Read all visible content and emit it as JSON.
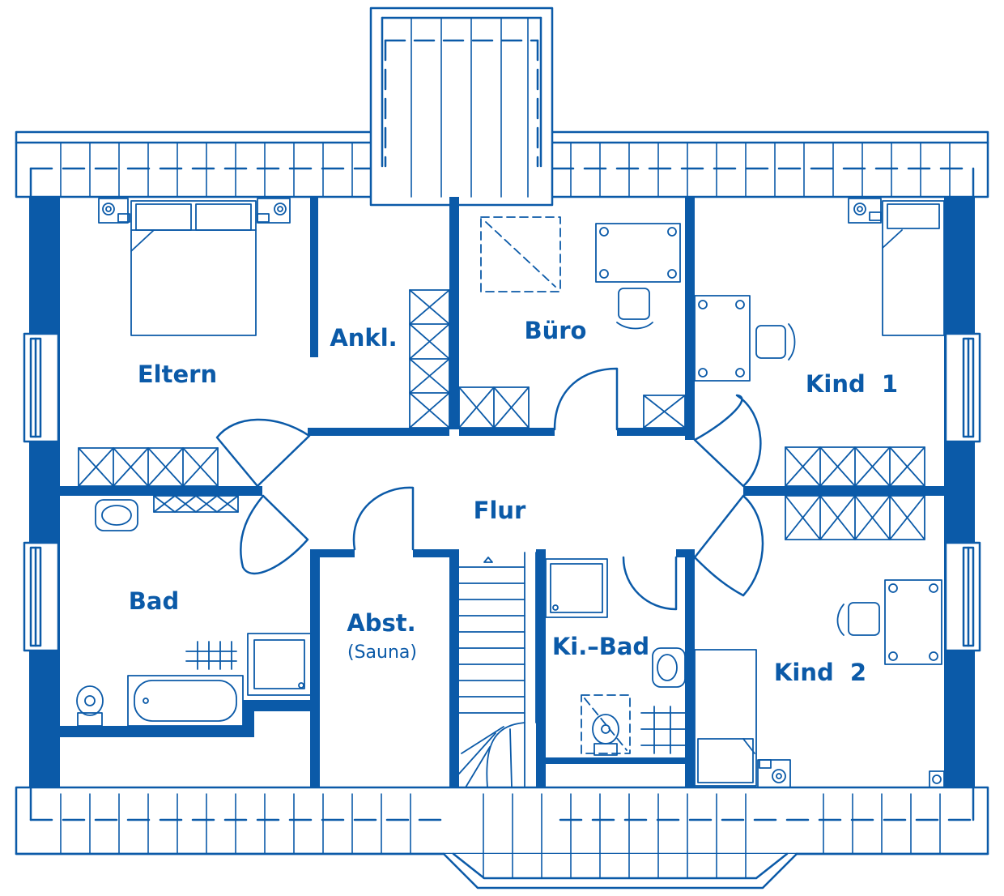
{
  "colors": {
    "line": "#0b5aa8",
    "fill": "#ffffff"
  },
  "rooms": {
    "eltern": "Eltern",
    "ankl": "Ankl.",
    "buero": "Büro",
    "kind1": "Kind  1",
    "flur": "Flur",
    "bad": "Bad",
    "abst": "Abst.",
    "abst_sub": "(Sauna)",
    "kibad": "Ki.–Bad",
    "kind2": "Kind  2"
  }
}
